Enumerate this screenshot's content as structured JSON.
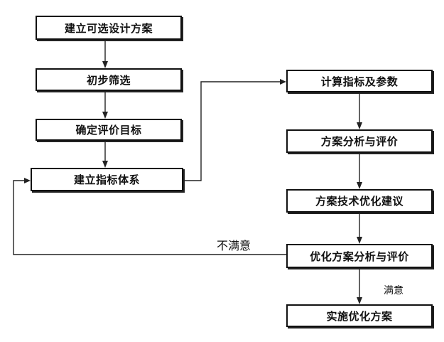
{
  "nodes": {
    "n1": "建立可选设计方案",
    "n2": "初步筛选",
    "n3": "确定评价目标",
    "n4": "建立指标体系",
    "n5": "计算指标及参数",
    "n6": "方案分析与评价",
    "n7": "方案技术优化建议",
    "n8": "优化方案分析与评价",
    "n9": "实施优化方案"
  },
  "edge_labels": {
    "unsatisfied": "不满意",
    "satisfied": "满意"
  },
  "edges": [
    {
      "from": "n1",
      "to": "n2"
    },
    {
      "from": "n2",
      "to": "n3"
    },
    {
      "from": "n3",
      "to": "n4"
    },
    {
      "from": "n4",
      "to": "n5"
    },
    {
      "from": "n5",
      "to": "n6"
    },
    {
      "from": "n6",
      "to": "n7"
    },
    {
      "from": "n7",
      "to": "n8"
    },
    {
      "from": "n8",
      "to": "n9",
      "label": "satisfied"
    },
    {
      "from": "n8",
      "to": "n4",
      "label": "unsatisfied"
    }
  ]
}
